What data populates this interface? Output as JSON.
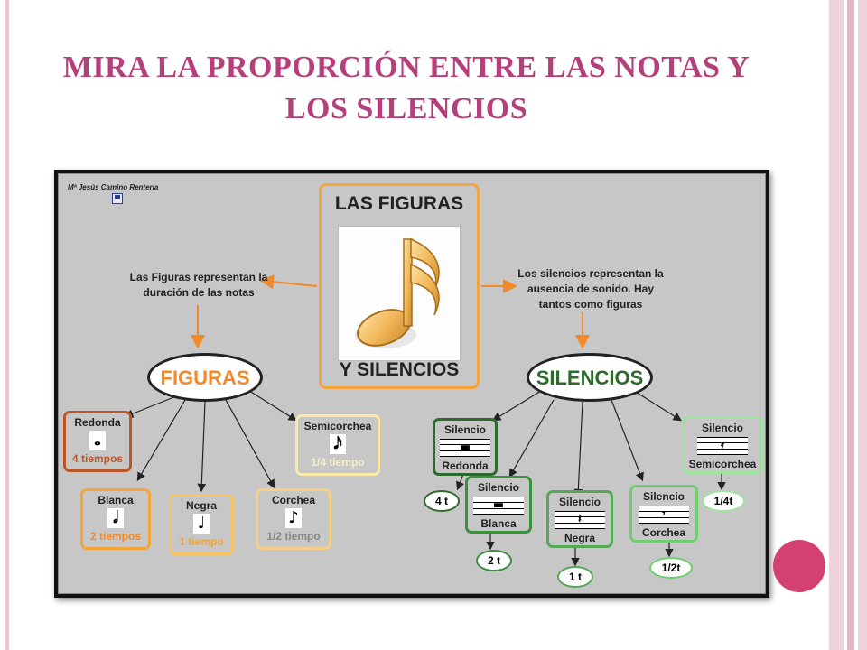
{
  "slide": {
    "title": "MIRA LA PROPORCIÓN ENTRE LAS NOTAS Y LOS SILENCIOS",
    "accent_color": "#b53f7b",
    "dot_color": "#d2416f"
  },
  "concept_map": {
    "author": "Mª Jesús Camino Rentería",
    "center_top": "LAS FIGURAS",
    "center_bottom": "Y SILENCIOS",
    "center_icon": "music-note-icon",
    "left_description": "Las Figuras representan la duración de las notas",
    "right_description": "Los silencios representan la ausencia de sonido. Hay tantos como figuras",
    "figuras_label": "FIGURAS",
    "silencios_label": "SILENCIOS",
    "figuras": [
      {
        "name": "Redonda",
        "glyph": "𝅝",
        "duration": "4 tiempos",
        "border": "#b8582a",
        "text_color": "#b8582a"
      },
      {
        "name": "Blanca",
        "glyph": "𝅗𝅥",
        "duration": "2 tiempos",
        "border": "#f3a43b",
        "text_color": "#f08a2a"
      },
      {
        "name": "Negra",
        "glyph": "♩",
        "duration": "1 tiempo",
        "border": "#f6c462",
        "text_color": "#f3a43b"
      },
      {
        "name": "Corchea",
        "glyph": "♪",
        "duration": "1/2 tiempo",
        "border": "#f6cf85",
        "text_color": "#888888"
      },
      {
        "name": "Semicorchea",
        "glyph": "𝅘𝅥𝅯",
        "duration": "1/4 tiempo",
        "border": "#fbe9a8",
        "text_color": "#f5f0c8"
      }
    ],
    "silencios": [
      {
        "top": "Silencio",
        "name": "Redonda",
        "symbol": "▬",
        "duration": "4 t",
        "border": "#2d6b2d"
      },
      {
        "top": "Silencio",
        "name": "Blanca",
        "symbol": "▬",
        "duration": "2 t",
        "border": "#3c8f3c"
      },
      {
        "top": "Silencio",
        "name": "Negra",
        "symbol": "𝄽",
        "duration": "1 t",
        "border": "#56a856"
      },
      {
        "top": "Silencio",
        "name": "Corchea",
        "symbol": "𝄾",
        "duration": "1/2t",
        "border": "#6fcf6f"
      },
      {
        "top": "Silencio",
        "name": "Semicorchea",
        "symbol": "𝄿",
        "duration": "1/4t",
        "border": "#9ee39e"
      }
    ]
  }
}
